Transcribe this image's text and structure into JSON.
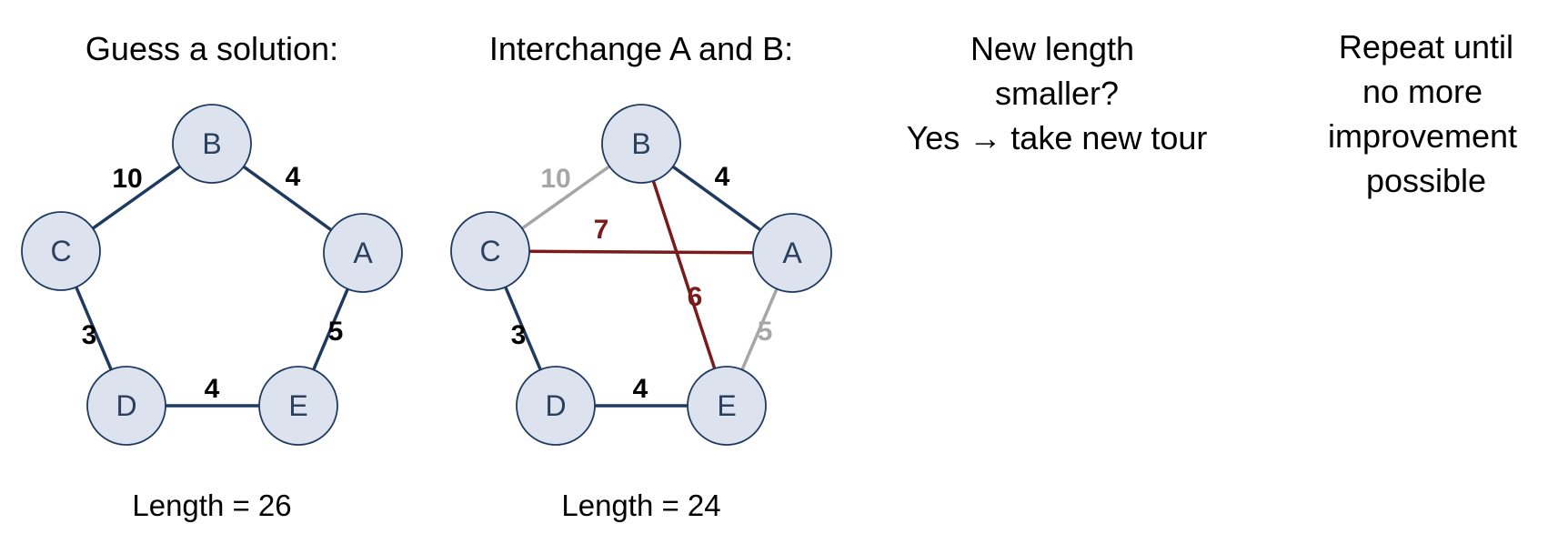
{
  "colors": {
    "node_fill": "#dce3ef",
    "node_stroke": "#1f3a5f",
    "node_text": "#2b3f5e",
    "edge_dark": "#1f3a5f",
    "edge_grey": "#a6a6a6",
    "edge_red": "#7b1a1a",
    "weight_dark": "#000000",
    "weight_grey": "#a6a6a6",
    "weight_red": "#7b1a1a"
  },
  "panels": [
    {
      "title": "Guess a solution:",
      "length_text": "Length = 26",
      "nodes": [
        "B",
        "C",
        "A",
        "D",
        "E"
      ],
      "edges": [
        {
          "from": "C",
          "to": "B",
          "weight": "10",
          "style": "dark"
        },
        {
          "from": "B",
          "to": "A",
          "weight": "4",
          "style": "dark"
        },
        {
          "from": "C",
          "to": "D",
          "weight": "3",
          "style": "dark"
        },
        {
          "from": "A",
          "to": "E",
          "weight": "5",
          "style": "dark"
        },
        {
          "from": "D",
          "to": "E",
          "weight": "4",
          "style": "dark"
        }
      ]
    },
    {
      "title": "Interchange A and B:",
      "length_text": "Length = 24",
      "nodes": [
        "B",
        "C",
        "A",
        "D",
        "E"
      ],
      "edges": [
        {
          "from": "C",
          "to": "B",
          "weight": "10",
          "style": "grey"
        },
        {
          "from": "B",
          "to": "A",
          "weight": "4",
          "style": "dark"
        },
        {
          "from": "C",
          "to": "D",
          "weight": "3",
          "style": "dark"
        },
        {
          "from": "A",
          "to": "E",
          "weight": "5",
          "style": "grey"
        },
        {
          "from": "D",
          "to": "E",
          "weight": "4",
          "style": "dark"
        },
        {
          "from": "C",
          "to": "A",
          "weight": "7",
          "style": "red"
        },
        {
          "from": "B",
          "to": "E",
          "weight": "6",
          "style": "red"
        }
      ]
    }
  ],
  "step3": {
    "line1": "New length",
    "line2": "smaller?",
    "line3": "Yes → take new tour"
  },
  "step4": {
    "line1": "Repeat until",
    "line2": "no more",
    "line3": "improvement",
    "line4": "possible"
  }
}
